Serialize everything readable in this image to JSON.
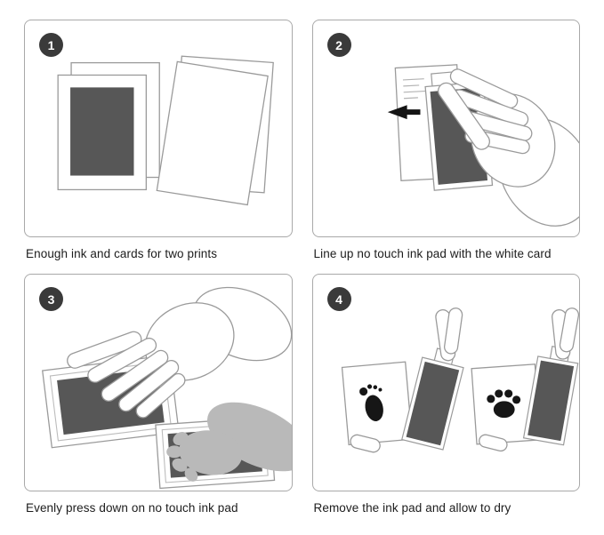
{
  "steps": [
    {
      "number": "1",
      "caption": "Enough ink and cards for two prints"
    },
    {
      "number": "2",
      "caption": "Line up no touch ink pad with the white card"
    },
    {
      "number": "3",
      "caption": "Evenly press down on no touch ink pad"
    },
    {
      "number": "4",
      "caption": "Remove the ink pad and allow to dry"
    }
  ],
  "colors": {
    "badge_bg": "#3a3a3a",
    "badge_text": "#ffffff",
    "panel_border": "#a9a9a9",
    "outline": "#9a9a9a",
    "ink_pad": "#575757",
    "ink_print": "#161616",
    "paw_gray": "#b9b9b9"
  }
}
